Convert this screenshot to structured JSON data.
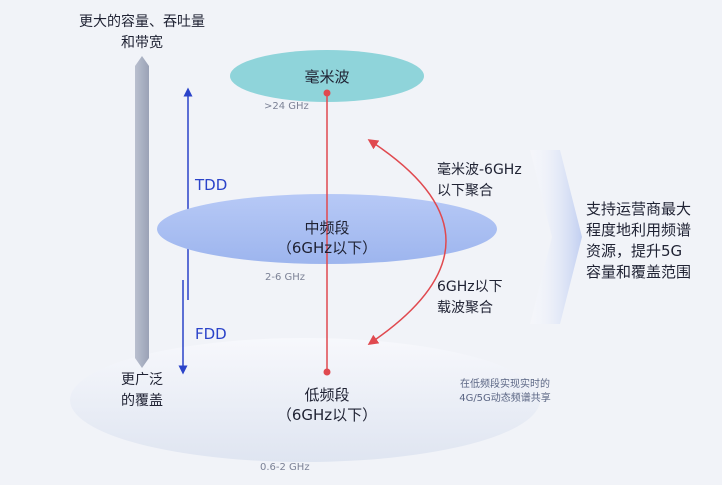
{
  "axis": {
    "top_label_line1": "更大的容量、吞吐量",
    "top_label_line2": "和带宽",
    "bottom_label_line1": "更广泛",
    "bottom_label_line2": "的覆盖"
  },
  "duplex": {
    "tdd": "TDD",
    "fdd": "FDD"
  },
  "bands": {
    "mmwave": {
      "name": "毫米波",
      "range": ">24 GHz"
    },
    "mid": {
      "name_line1": "中频段",
      "name_line2": "（6GHz以下）",
      "range": "2-6 GHz"
    },
    "low": {
      "name_line1": "低频段",
      "name_line2": "（6GHz以下）",
      "range": "0.6-2 GHz"
    }
  },
  "aggregation": {
    "upper_line1": "毫米波-6GHz",
    "upper_line2": "以下聚合",
    "lower_line1": "6GHz以下",
    "lower_line2": "载波聚合"
  },
  "low_band_note": {
    "line1": "在低频段实现实时的",
    "line2": "4G/5G动态频谱共享"
  },
  "conclusion": {
    "line1": "支持运营商最大",
    "line2": "程度地利用频谱",
    "line3": "资源，提升5G",
    "line4": "容量和覆盖范围"
  },
  "colors": {
    "background": "#f1f3f8",
    "mmwave_fill": "#8fd4da",
    "mid_fill": "#a9bff3",
    "low_fill": "#e8ecf5",
    "axis_bar": "#a9b0c2",
    "duplex_arrow": "#2b43c9",
    "connector_red": "#e0494f",
    "range_text": "#7c8296"
  }
}
